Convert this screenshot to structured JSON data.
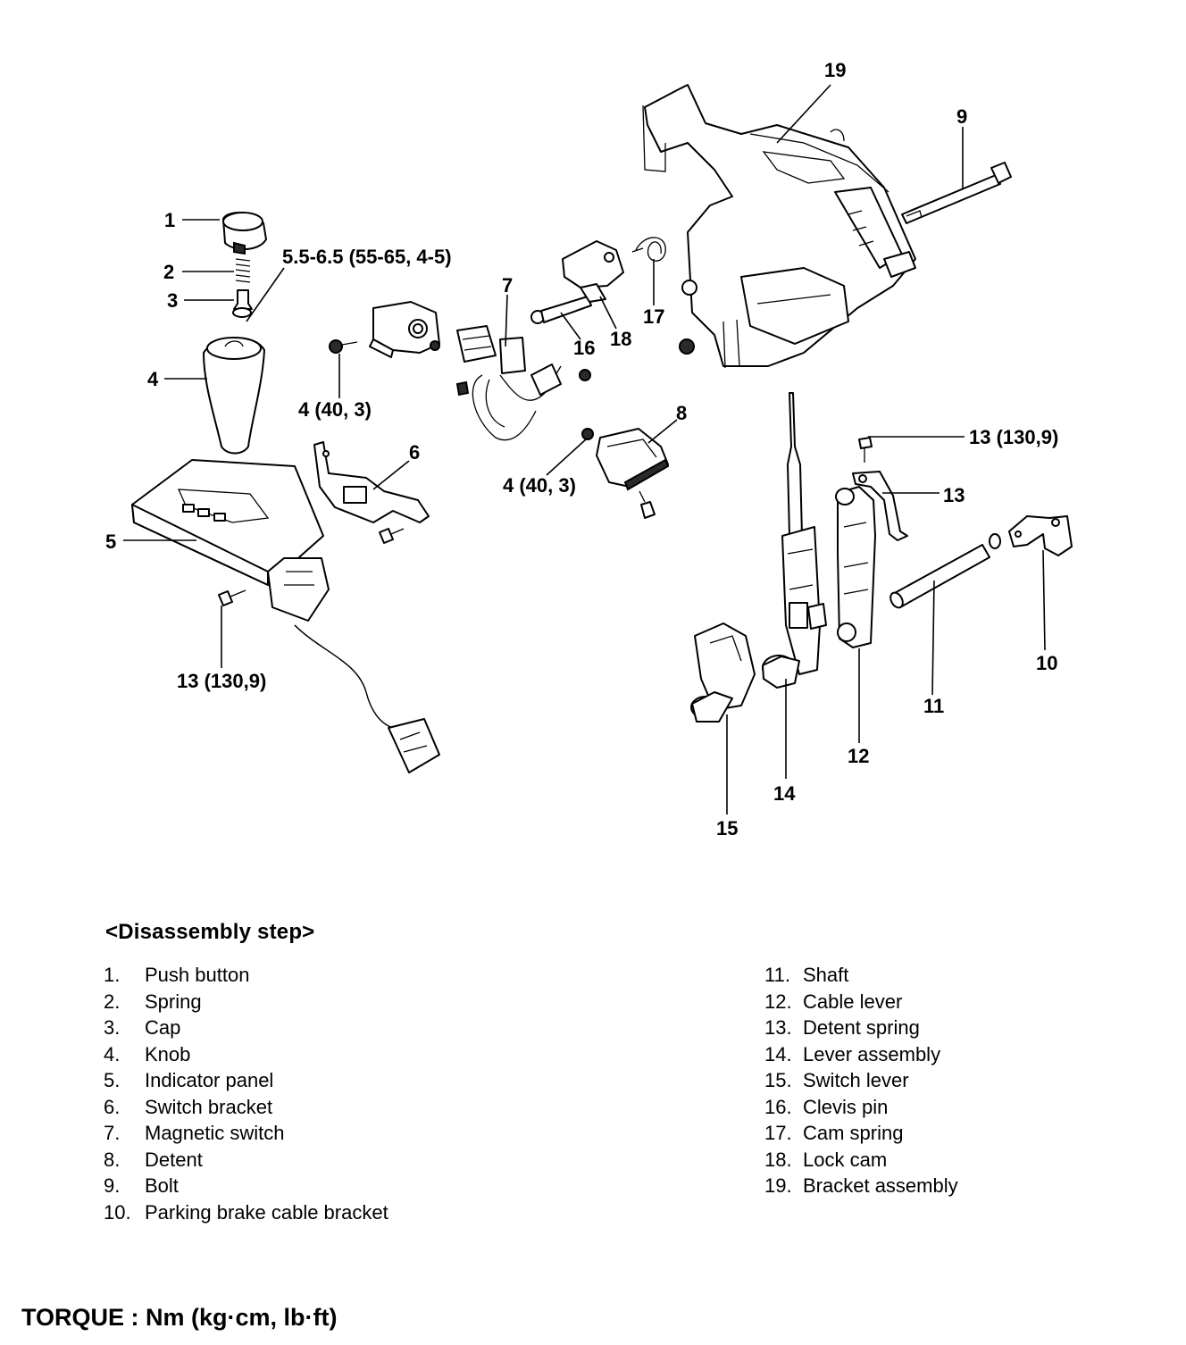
{
  "callouts": {
    "c1": "1",
    "c2": "2",
    "c3": "3",
    "c4": "4",
    "t_cap": "5.5-6.5 (55-65, 4-5)",
    "c5": "5",
    "c6": "6",
    "c7": "7",
    "c8": "8",
    "c9": "9",
    "c10": "10",
    "c11": "11",
    "c12": "12",
    "c13": "13",
    "t_13a": "13 (130,9)",
    "t_13b": "13 (130,9)",
    "c14": "14",
    "c15": "15",
    "c16": "16",
    "c17": "17",
    "c18": "18",
    "c19": "19",
    "t_4a": "4 (40, 3)",
    "t_4b": "4 (40, 3)"
  },
  "steps": {
    "title": "<Disassembly step>",
    "left": [
      {
        "num": "1.",
        "name": "Push button"
      },
      {
        "num": "2.",
        "name": "Spring"
      },
      {
        "num": "3.",
        "name": "Cap"
      },
      {
        "num": "4.",
        "name": "Knob"
      },
      {
        "num": "5.",
        "name": "Indicator panel"
      },
      {
        "num": "6.",
        "name": "Switch bracket"
      },
      {
        "num": "7.",
        "name": "Magnetic switch"
      },
      {
        "num": "8.",
        "name": "Detent"
      },
      {
        "num": "9.",
        "name": "Bolt"
      },
      {
        "num": "10.",
        "name": "Parking brake cable bracket"
      }
    ],
    "right": [
      {
        "num": "11.",
        "name": "Shaft"
      },
      {
        "num": "12.",
        "name": "Cable lever"
      },
      {
        "num": "13.",
        "name": "Detent spring"
      },
      {
        "num": "14.",
        "name": "Lever assembly"
      },
      {
        "num": "15.",
        "name": "Switch lever"
      },
      {
        "num": "16.",
        "name": "Clevis pin"
      },
      {
        "num": "17.",
        "name": "Cam spring"
      },
      {
        "num": "18.",
        "name": "Lock cam"
      },
      {
        "num": "19.",
        "name": "Bracket assembly"
      }
    ]
  },
  "torque_note": "TORQUE : Nm (kg·cm, lb·ft)"
}
